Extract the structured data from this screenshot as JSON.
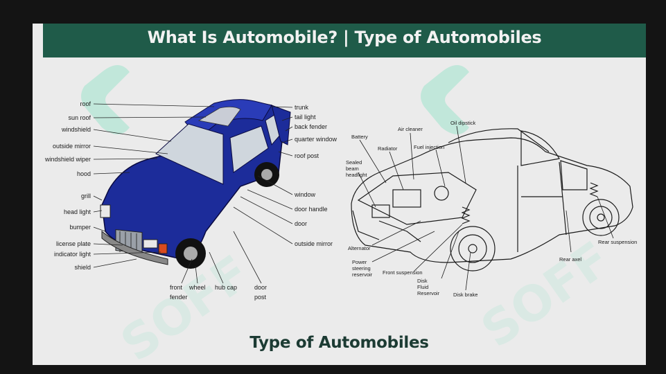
{
  "header": {
    "title": "What Is Automobile? | Type of Automobiles"
  },
  "footer": {
    "title": "Type of Automobiles"
  },
  "watermark": {
    "text": "SOFF",
    "color": "#8fe3c6"
  },
  "colors": {
    "header_bg": "#1f5b49",
    "car_body": "#1c2c9a"
  },
  "car_exterior": {
    "labels": {
      "roof": "roof",
      "sun_roof": "sun roof",
      "windshield": "windshield",
      "outside_mirror": "outside mirror",
      "windshield_wiper": "windshield wiper",
      "hood": "hood",
      "grill": "grill",
      "head_light": "head light",
      "bumper": "bumper",
      "license_plate": "license plate",
      "indicator_light": "indicator light",
      "shield": "shield",
      "front_fender_1": "front",
      "front_fender_2": "fender",
      "wheel": "wheel",
      "hub_cap": "hub cap",
      "door_post_1": "door",
      "door_post_2": "post",
      "trunk": "trunk",
      "tail_light": "tail light",
      "back_fender": "back fender",
      "quarter_window": "quarter window",
      "roof_post": "roof post",
      "window": "window",
      "door_handle": "door handle",
      "door": "door",
      "outside_mirror_right": "outside mirror"
    }
  },
  "car_interior": {
    "labels": {
      "battery": "Battery",
      "air_cleaner": "Air cleaner",
      "oil_dipstick": "Oil dipstick",
      "radiator": "Radiator",
      "fuel_injection": "Fuel injection",
      "sealed_beam_1": "Sealed",
      "sealed_beam_2": "beam",
      "sealed_beam_3": "headlight",
      "alternator": "Alternator",
      "power_steering_1": "Power",
      "power_steering_2": "steering",
      "power_steering_3": "reservoir",
      "front_suspension": "Front suspension",
      "disk_fluid_1": "Disk",
      "disk_fluid_2": "Fluid",
      "disk_fluid_3": "Reservoir",
      "disk_brake": "Disk brake",
      "rear_axel": "Rear axel",
      "rear_suspension": "Rear suspension"
    }
  }
}
